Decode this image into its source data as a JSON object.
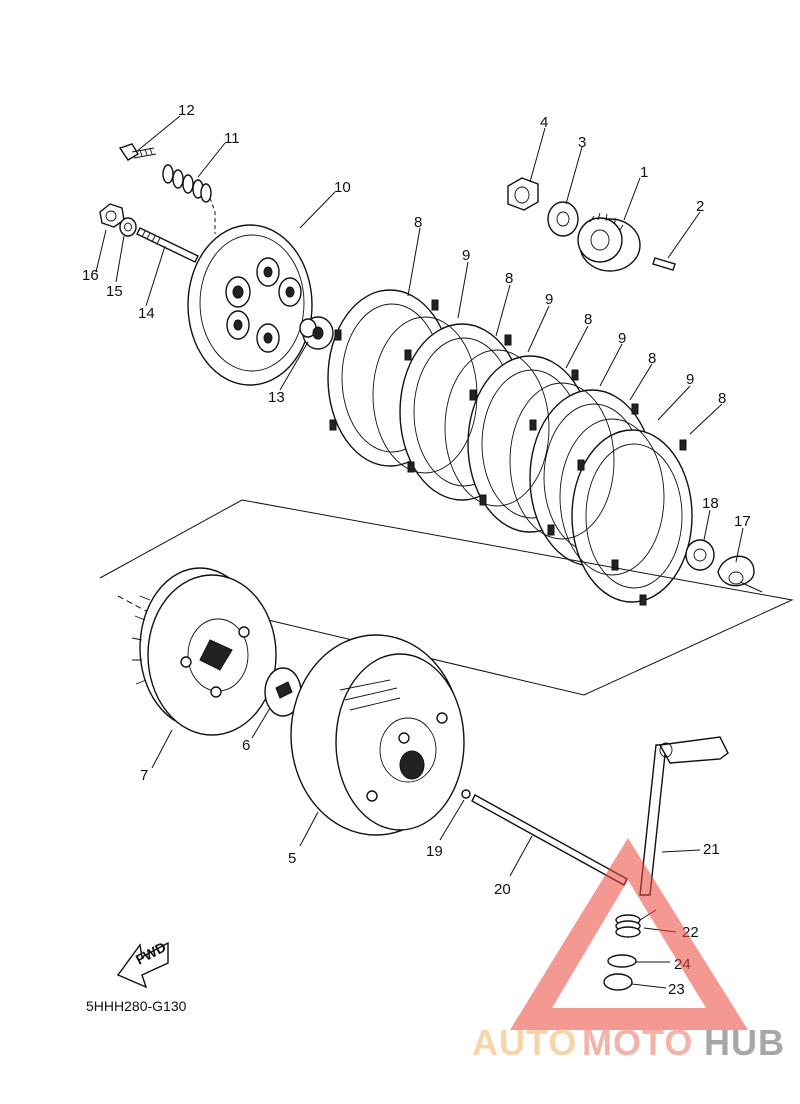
{
  "diagram": {
    "drawing_code": "5HHH280-G130",
    "fwd_label": "FWD",
    "callouts": [
      "1",
      "2",
      "3",
      "4",
      "5",
      "6",
      "7",
      "8",
      "9",
      "10",
      "11",
      "12",
      "13",
      "14",
      "15",
      "16",
      "17",
      "18",
      "19",
      "20",
      "21",
      "22",
      "23",
      "24"
    ]
  },
  "watermark": {
    "part1": "AUTO",
    "part2": "MOTO",
    "part3": "HUB",
    "colors": {
      "auto": "#f5c890",
      "moto": "#f19a8e",
      "hub": "#8a8a8a",
      "triangle": "#e84a3c"
    }
  }
}
